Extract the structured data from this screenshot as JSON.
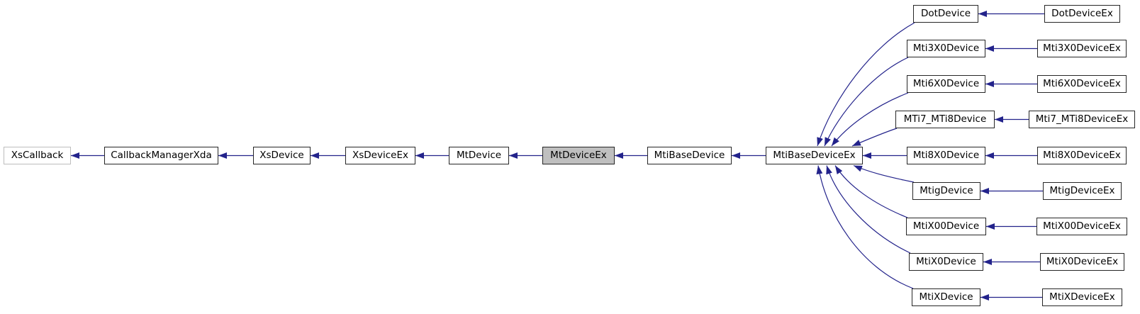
{
  "diagram": {
    "kind": "class-inheritance-graph",
    "colors": {
      "edge-color": "#23238b",
      "node-border": "#262626",
      "muted-border": "#bdbdbd",
      "highlight-fill": "#bfbfbf",
      "node-fill": "#ffffff",
      "bg-color": "#ffffff"
    },
    "chain": [
      {
        "label": "XsCallback"
      },
      {
        "label": "CallbackManagerXda"
      },
      {
        "label": "XsDevice"
      },
      {
        "label": "XsDeviceEx"
      },
      {
        "label": "MtDevice"
      },
      {
        "label": "MtDeviceEx"
      },
      {
        "label": "MtiBaseDevice"
      },
      {
        "label": "MtiBaseDeviceEx"
      }
    ],
    "derived": [
      {
        "parent": "DotDevice",
        "ex": "DotDeviceEx"
      },
      {
        "parent": "Mti3X0Device",
        "ex": "Mti3X0DeviceEx"
      },
      {
        "parent": "Mti6X0Device",
        "ex": "Mti6X0DeviceEx"
      },
      {
        "parent": "MTi7_MTi8Device",
        "ex": "Mti7_MTi8DeviceEx"
      },
      {
        "parent": "Mti8X0Device",
        "ex": "Mti8X0DeviceEx"
      },
      {
        "parent": "MtigDevice",
        "ex": "MtigDeviceEx"
      },
      {
        "parent": "MtiX00Device",
        "ex": "MtiX00DeviceEx"
      },
      {
        "parent": "MtiX0Device",
        "ex": "MtiX0DeviceEx"
      },
      {
        "parent": "MtiXDevice",
        "ex": "MtiXDeviceEx"
      }
    ]
  }
}
